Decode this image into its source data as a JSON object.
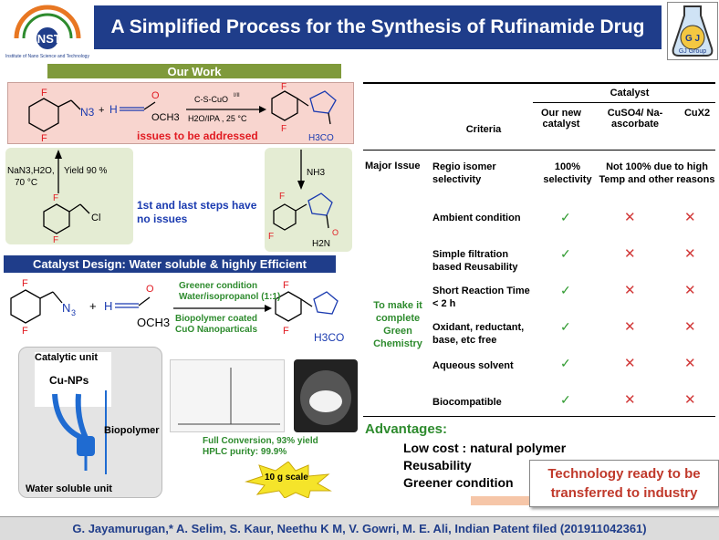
{
  "header": {
    "title": "A Simplified Process for the Synthesis of Rufinamide Drug",
    "logo_left": "INST",
    "logo_left_sub": "Institute of Nano Science and Technology",
    "logo_right": "GJ Group"
  },
  "our_work": {
    "banner": "Our Work",
    "reagents_top": "C-S-CuO",
    "reagents_sup": "I/II",
    "conditions": "H2O/IPA , 25 °C",
    "issues": "issues to be addressed",
    "left_conditions_1": "NaN3,H2O,",
    "left_conditions_2": "70 °C",
    "left_yield": "Yield 90 %",
    "nh3": "NH3",
    "steps_note": "1st and last steps have no issues",
    "methyl_ester": "OCH3",
    "h3co": "H3CO",
    "nh2": "H2N",
    "cl": "Cl",
    "n3": "N3"
  },
  "catalyst_design": {
    "banner": "Catalyst Design: Water soluble & highly Efficient",
    "green_cond_1": "Greener condition",
    "green_cond_2": "Water/isopropanol (1:1)",
    "bio_1": "Biopolymer coated",
    "bio_2": "CuO Nanoparticals",
    "catalytic_unit": "Catalytic unit",
    "cu_nps": "Cu-NPs",
    "biopolymer": "Biopolymer",
    "water_soluble": "Water soluble unit",
    "conversion_1": "Full Conversion, 93% yield",
    "conversion_2": "HPLC purity: 99.9%",
    "scale": "10 g scale"
  },
  "table": {
    "catalyst_header": "Catalyst",
    "criteria_header": "Criteria",
    "col_new": "Our new catalyst",
    "col_cuso4": "CuSO4/ Na-ascorbate",
    "col_cux": "CuX2",
    "major_issue": "Major Issue",
    "green_chem": "To make it complete Green Chemistry",
    "rows": [
      {
        "criterion": "Regio isomer selectivity",
        "new": "100% selectivity",
        "cuso4": "Not 100% due to high Temp and other reasons",
        "cux": ""
      },
      {
        "criterion": "Ambient condition",
        "new": "✓",
        "cuso4": "✕",
        "cux": "✕"
      },
      {
        "criterion": "Simple filtration based Reusability",
        "new": "✓",
        "cuso4": "✕",
        "cux": "✕"
      },
      {
        "criterion": "Short Reaction Time < 2 h",
        "new": "✓",
        "cuso4": "✕",
        "cux": "✕"
      },
      {
        "criterion": "Oxidant, reductant, base, etc free",
        "new": "✓",
        "cuso4": "✕",
        "cux": "✕"
      },
      {
        "criterion": "Aqueous solvent",
        "new": "✓",
        "cuso4": "✕",
        "cux": "✕"
      },
      {
        "criterion": "Biocompatible",
        "new": "✓",
        "cuso4": "✕",
        "cux": "✕"
      }
    ]
  },
  "advantages": {
    "title": "Advantages:",
    "items": [
      "Low cost : natural polymer",
      "Reusability",
      "Greener condition"
    ],
    "tech_ready_1": "Technology ready to be",
    "tech_ready_2": "transferred to industry"
  },
  "footer": "G. Jayamurugan,* A. Selim, S. Kaur, Neethu K M, V. Gowri, M. E. Ali, Indian Patent filed (201911042361)"
}
